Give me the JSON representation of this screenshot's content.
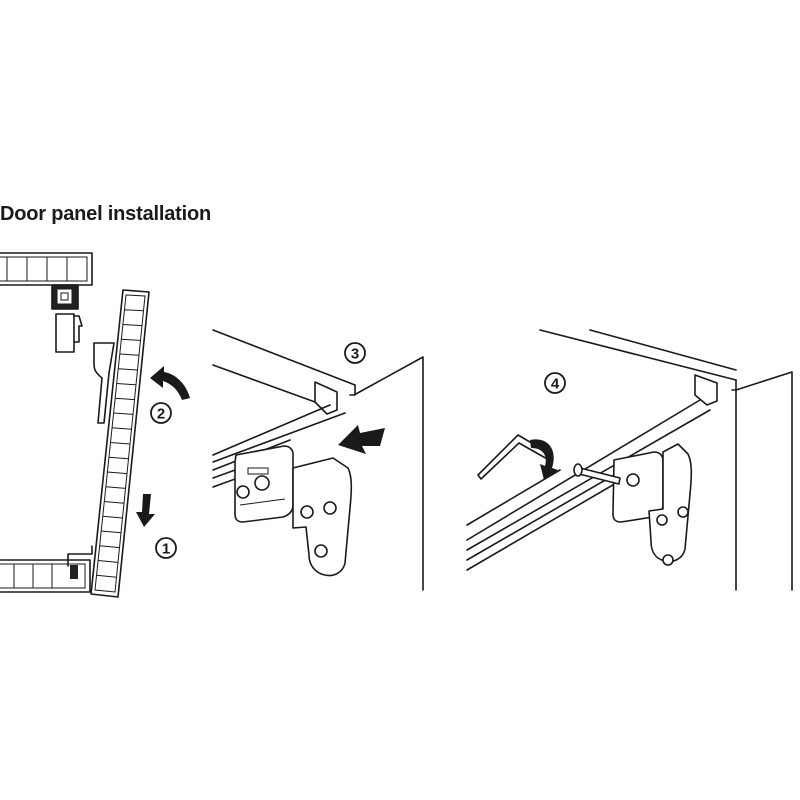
{
  "title": "Door panel installation",
  "steps": [
    {
      "label": "1"
    },
    {
      "label": "2"
    },
    {
      "label": "3"
    },
    {
      "label": "4"
    }
  ],
  "colors": {
    "ink": "#1a1a1a",
    "background": "#ffffff"
  }
}
